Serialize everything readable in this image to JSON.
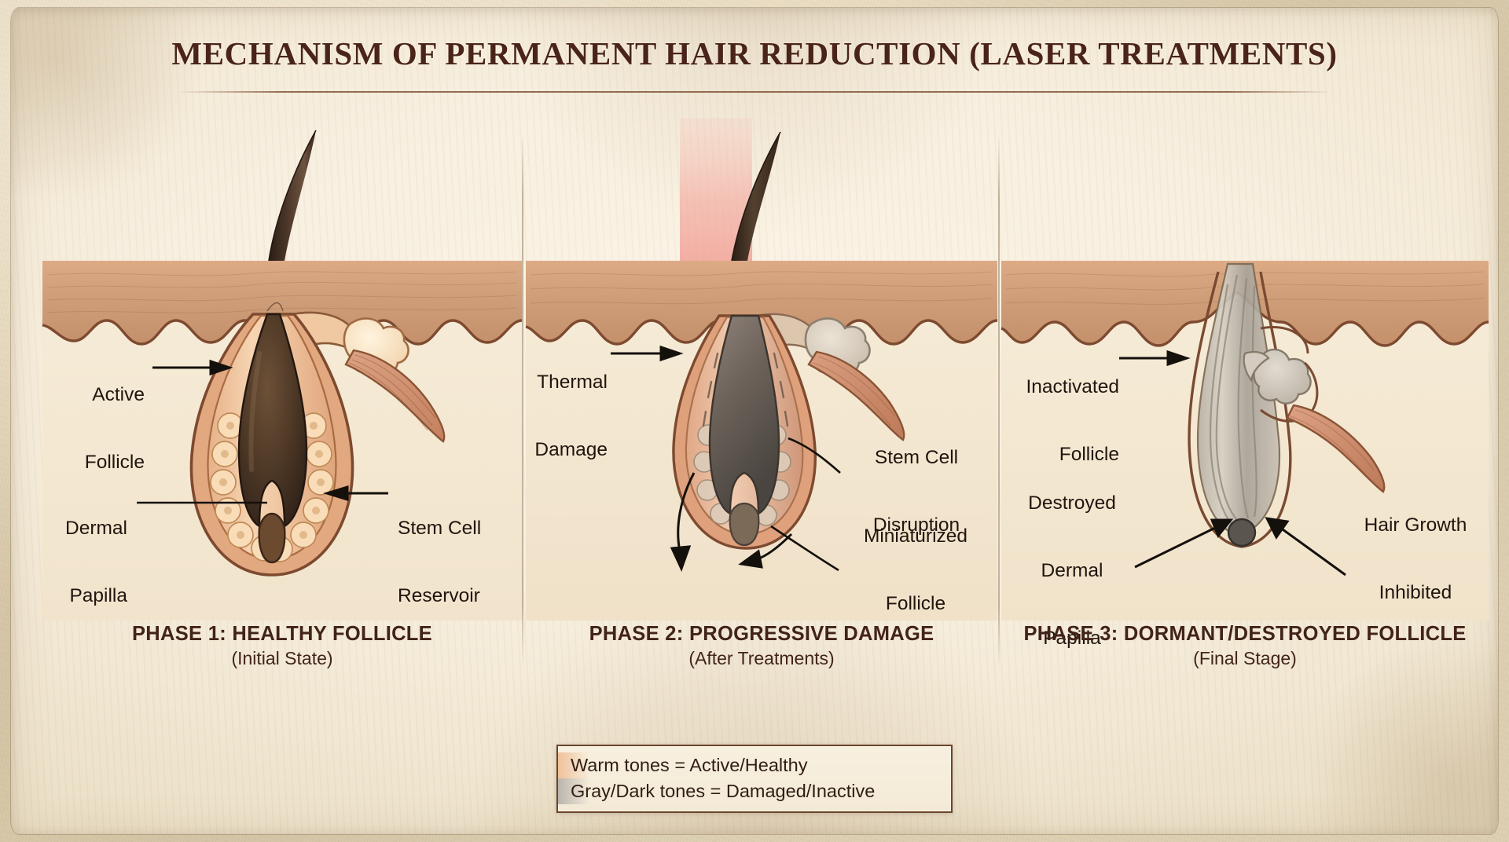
{
  "document": {
    "title": "MECHANISM OF PERMANENT HAIR REDUCTION (LASER TREATMENTS)",
    "style": "vintage parchment medical illustration",
    "colors": {
      "paper": "#f7efdf",
      "title_ink": "#4a2418",
      "label_ink": "#20150f",
      "skin_warm": "#c99a77",
      "follicle_warm": "#f2c49c",
      "hair_dark": "#3b2a20",
      "inactive_gray": "#b0aba3",
      "laser_beam": "#ef8b82"
    }
  },
  "panels": [
    {
      "id": "phase-1",
      "caption_main": "PHASE 1: HEALTHY FOLLICLE",
      "caption_sub": "(Initial State)",
      "labels": [
        {
          "id": "active-follicle",
          "lines": [
            "Active",
            "Follicle"
          ],
          "pointer": "arrow-right"
        },
        {
          "id": "dermal-papilla",
          "lines": [
            "Dermal",
            "Papilla"
          ],
          "pointer": "leader-line"
        },
        {
          "id": "stem-cell-reservoir",
          "lines": [
            "Stem Cell",
            "Reservoir"
          ],
          "pointer": "arrow-left"
        }
      ]
    },
    {
      "id": "phase-2",
      "caption_main": "PHASE 2: PROGRESSIVE DAMAGE",
      "caption_sub": "(After Treatments)",
      "labels": [
        {
          "id": "thermal-damage",
          "lines": [
            "Thermal",
            "Damage"
          ],
          "pointer": "arrow-right"
        },
        {
          "id": "stem-cell-disruption",
          "lines": [
            "Stem Cell",
            "Disruption"
          ],
          "pointer": "leader-line"
        },
        {
          "id": "miniaturized-follicle",
          "lines": [
            "Miniaturized",
            "Follicle"
          ],
          "pointer": "leader-line"
        }
      ],
      "laser_beam": {
        "present": true,
        "arrow": "down-arrow"
      }
    },
    {
      "id": "phase-3",
      "caption_main": "PHASE 3: DORMANT/DESTROYED FOLLICLE",
      "caption_sub": "(Final Stage)",
      "labels": [
        {
          "id": "inactivated-follicle",
          "lines": [
            "Inactivated",
            "Follicle"
          ],
          "pointer": "arrow-right"
        },
        {
          "id": "destroyed-dermal-papilla",
          "lines": [
            "Destroyed",
            "Dermal",
            "Papilla"
          ],
          "pointer": "arrow-up-right"
        },
        {
          "id": "hair-growth-inhibited",
          "lines": [
            "Hair Growth",
            "Inhibited"
          ],
          "pointer": "arrow-up-left"
        }
      ]
    }
  ],
  "legend": {
    "rows": [
      {
        "swatch": "warm",
        "text": "Warm tones = Active/Healthy"
      },
      {
        "swatch": "gray",
        "text": "Gray/Dark tones = Damaged/Inactive"
      }
    ]
  }
}
